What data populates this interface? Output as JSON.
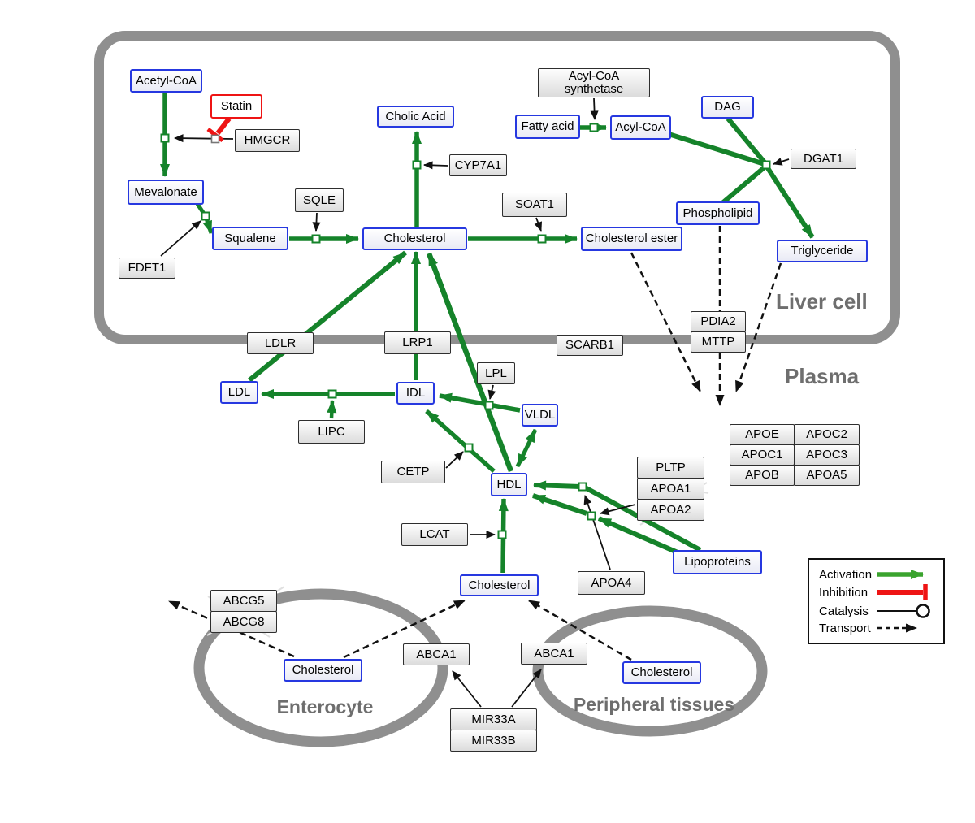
{
  "regions": {
    "liver": "Liver cell",
    "plasma": "Plasma",
    "enterocyte": "Enterocyte",
    "peripheral": "Peripheral tissues"
  },
  "nodes": {
    "acetyl_coa": "Acetyl-CoA",
    "statin": "Statin",
    "hmgcr": "HMGCR",
    "mevalonate": "Mevalonate",
    "sqle": "SQLE",
    "squalene": "Squalene",
    "fdft1": "FDFT1",
    "cholic_acid": "Cholic Acid",
    "cyp7a1": "CYP7A1",
    "cholesterol_liver": "Cholesterol",
    "soat1": "SOAT1",
    "cholesterol_ester": "Cholesterol ester",
    "fatty_acid": "Fatty acid",
    "acyl_coa": "Acyl-CoA",
    "acyl_coa_synthetase_line1": "Acyl-CoA",
    "acyl_coa_synthetase_line2": "synthetase",
    "dag": "DAG",
    "dgat1": "DGAT1",
    "phospholipid": "Phospholipid",
    "triglyceride": "Triglyceride",
    "pdia2": "PDIA2",
    "mttp": "MTTP",
    "scarb1": "SCARB1",
    "ldlr": "LDLR",
    "lrp1": "LRP1",
    "ldl": "LDL",
    "idl": "IDL",
    "vldl": "VLDL",
    "lpl": "LPL",
    "lipc": "LIPC",
    "cetp": "CETP",
    "hdl": "HDL",
    "lcat": "LCAT",
    "pltp": "PLTP",
    "apoa1": "APOA1",
    "apoa2": "APOA2",
    "apoa4": "APOA4",
    "lipoproteins": "Lipoproteins",
    "cholesterol_plasma": "Cholesterol",
    "apoe": "APOE",
    "apoc2": "APOC2",
    "apoc1": "APOC1",
    "apoc3": "APOC3",
    "apob": "APOB",
    "apoa5": "APOA5",
    "abcg5": "ABCG5",
    "abcg8": "ABCG8",
    "cholesterol_enterocyte": "Cholesterol",
    "abca1_left": "ABCA1",
    "abca1_right": "ABCA1",
    "cholesterol_peripheral": "Cholesterol",
    "mir33a": "MIR33A",
    "mir33b": "MIR33B"
  },
  "legend": {
    "activation": "Activation",
    "inhibition": "Inhibition",
    "catalysis": "Catalysis",
    "transport": "Transport"
  },
  "colors": {
    "activation_green": "#15832a",
    "legend_green": "#3aa32e",
    "inhibition_red": "#ee1414",
    "metabolite_border_blue": "#2638e0",
    "membrane_gray": "#8f8f8f",
    "catalysis_black": "#111111"
  }
}
